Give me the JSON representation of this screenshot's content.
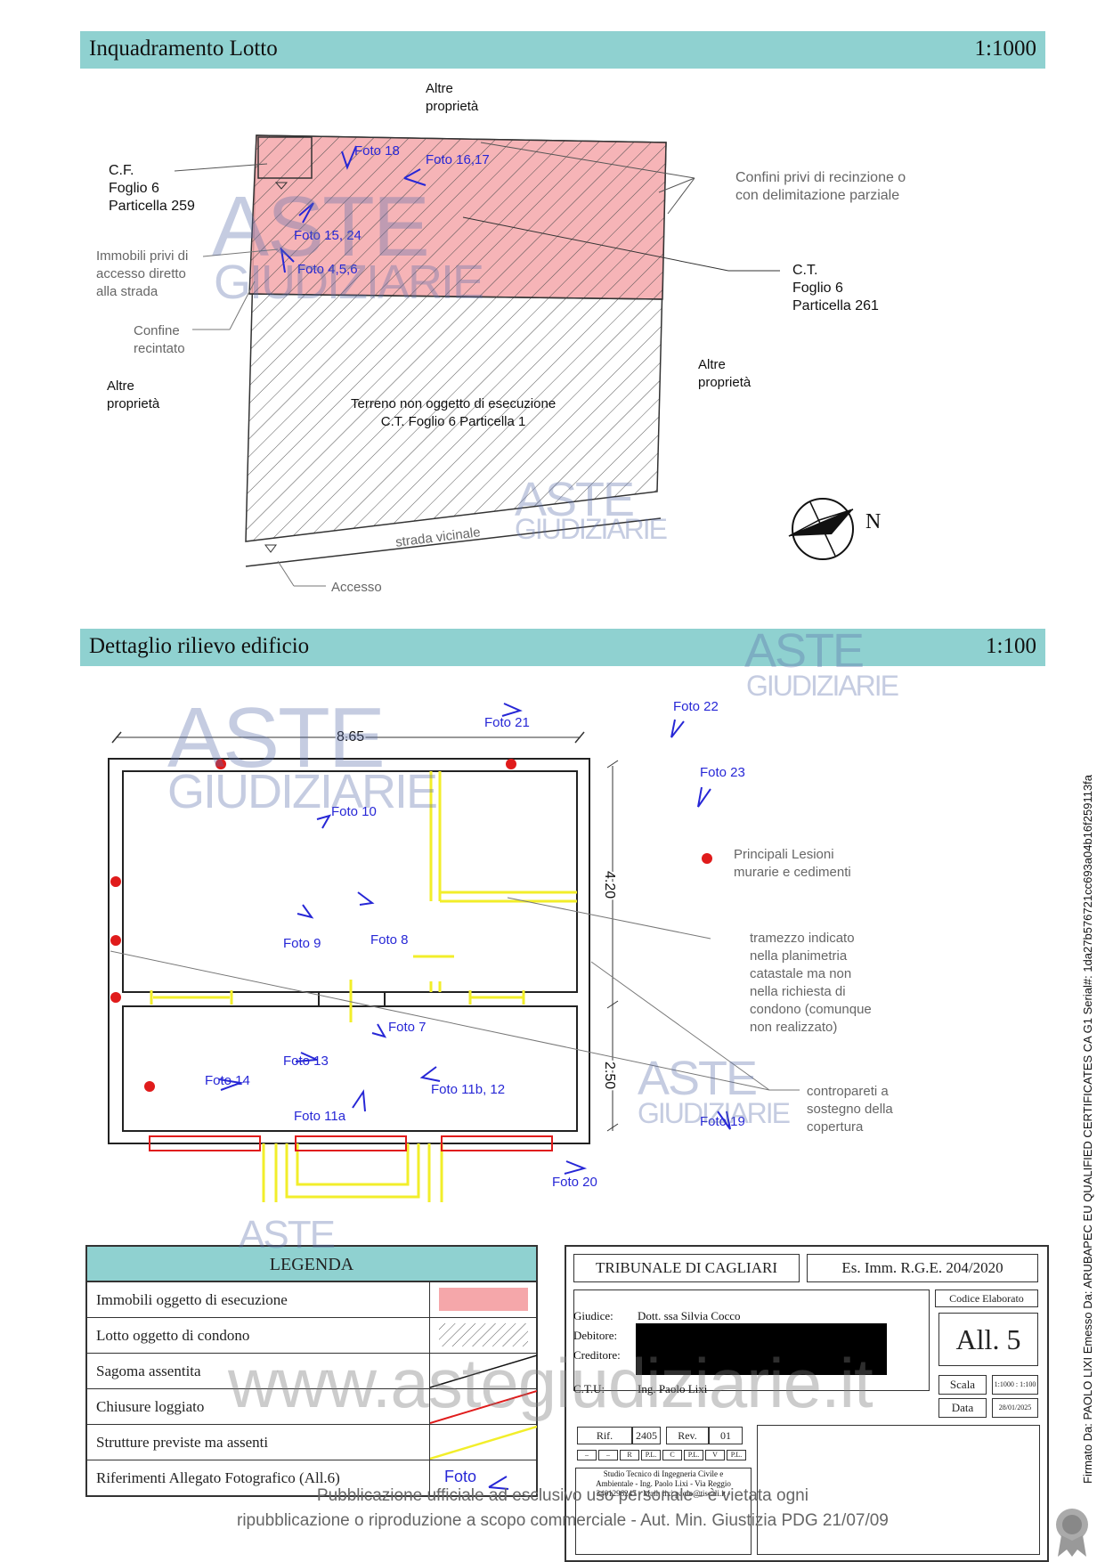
{
  "section1": {
    "title": "Inquadramento Lotto",
    "scale": "1:1000"
  },
  "section2": {
    "title": "Dettaglio rilievo edificio",
    "scale": "1:100"
  },
  "map": {
    "top_label": "Altre\nproprietà",
    "cf_label": "C.F.\nFoglio 6\nParticella 259",
    "immobili_label": "Immobili privi di\naccesso diretto\nalla strada",
    "confine_label": "Confine\nrecintato",
    "left_label": "Altre\nproprietà",
    "right_label": "Altre\nproprietà",
    "confini_label": "Confini privi di recinzione o\ncon delimitazione parziale",
    "ct_label": "C.T.\nFoglio 6\nParticella 261",
    "terreno_label": "Terreno non oggetto di esecuzione\nC.T. Foglio 6 Particella 1",
    "strada_label": "strada vicinale",
    "accesso_label": "Accesso",
    "north_label": "N",
    "fotos": [
      "Foto 18",
      "Foto 16,17",
      "Foto 15, 24",
      "Foto 4,5,6"
    ]
  },
  "plan": {
    "dim_width": "8.65",
    "dim_upper": "4.20",
    "dim_lower": "2.50",
    "fotos": [
      "Foto 21",
      "Foto 22",
      "Foto 23",
      "Foto 10",
      "Foto 9",
      "Foto 8",
      "Foto 7",
      "Foto 13",
      "Foto 14",
      "Foto 11b, 12",
      "Foto 11a",
      "Foto 19",
      "Foto 20"
    ],
    "lesioni_label": "Principali Lesioni\nmurarie e cedimenti",
    "tramezzo_label": "tramezzo indicato\nnella planimetria\ncatastale ma non\nnella richiesta di\ncondono (comunque\nnon realizzato)",
    "contropareti_label": "contropareti a\nsostegno della\ncopertura"
  },
  "legend": {
    "title": "LEGENDA",
    "rows": [
      "Immobili oggetto di esecuzione",
      "Lotto oggetto di condono",
      "Sagoma assentita",
      "Chiusure loggiato",
      "Strutture previste ma assenti",
      "Riferimenti Allegato Fotografico (All.6)"
    ],
    "foto_symbol": "Foto"
  },
  "titleblock": {
    "court": "TRIBUNALE DI CAGLIARI",
    "case": "Es. Imm. R.G.E. 204/2020",
    "giudice_k": "Giudice:",
    "giudice_v": "Dott. ssa Silvia Cocco",
    "debitore_k": "Debitore:",
    "creditore_k": "Creditore:",
    "ctu_k": "C.T.U:",
    "ctu_v": "Ing. Paolo Lixi",
    "codice_label": "Codice Elaborato",
    "codice_value": "All. 5",
    "scala_label": "Scala",
    "scala_value": "1:1000 : 1:100",
    "data_label": "Data",
    "data_value": "28/01/2025",
    "rif_label": "Rif.",
    "rif_value": "2405",
    "rev_label": "Rev.",
    "rev_value": "01",
    "codes": [
      "–",
      "–",
      "R",
      "P.L.",
      "C",
      "P.L.",
      "V",
      "P.L."
    ],
    "studio": "Studio Tecnico di Ingegneria Civile e\nAmbientale - Ing. Paolo Lixi - Via Reggio\n3401296247 - Mail: lixi.paolo@tiscali.it -"
  },
  "watermark": {
    "brand_top": "ASTE",
    "brand_bottom": "GIUDIZIARIE",
    "site": "www.astegiudiziarie.it",
    "notice": "Pubblicazione ufficiale ad esclusivo uso personale - è vietata ogni\nripubblicazione o riproduzione a scopo commerciale - Aut. Min. Giustizia PDG 21/07/09"
  },
  "signature": "Firmato Da: PAOLO LIXI Emesso Da: ARUBAPEC EU QUALIFIED CERTIFICATES CA G1 Serial#: 1da27b576721cc693a04b16f259113fa",
  "colors": {
    "band": "#8fd1d0",
    "pink": "#f5a7aa",
    "foto_blue": "#2727d6",
    "lesion_red": "#e01b1b",
    "yellow": "#f2ee2a"
  }
}
